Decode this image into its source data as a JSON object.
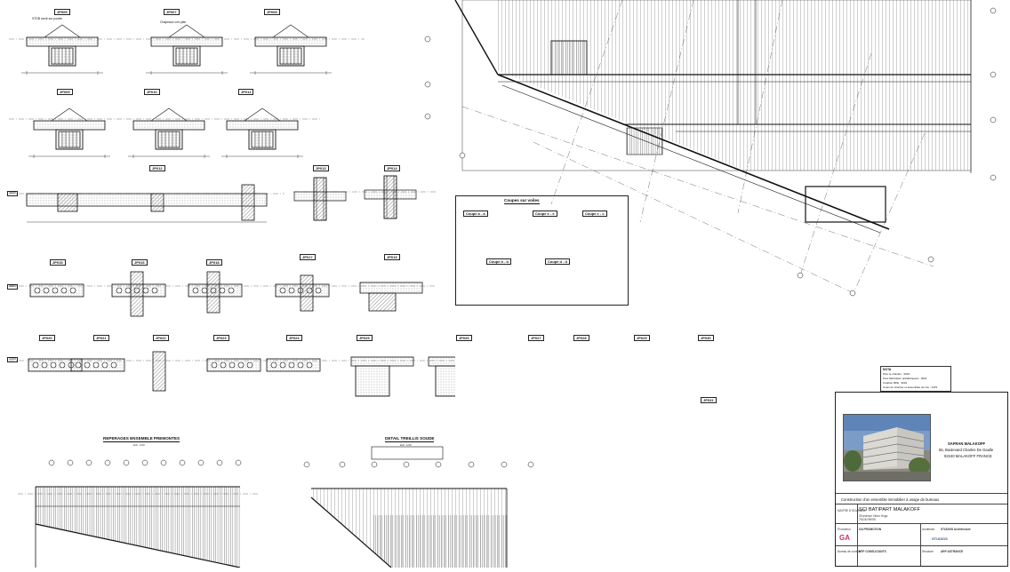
{
  "sheet": {
    "details_row1": [
      "JP005",
      "JP007",
      "JP008"
    ],
    "details_row2": [
      "JP009",
      "JP010",
      "JP011"
    ],
    "details_row3": [
      "JP012",
      "JP013",
      "JP014"
    ],
    "details_row4": [
      "JP015",
      "JP016",
      "JP018",
      "JP017",
      "JP019"
    ],
    "details_row5": [
      "JP020",
      "JP021",
      "JP022",
      "JP023",
      "JP024",
      "JP025",
      "JP026",
      "JP027",
      "JP028",
      "JP029",
      "JP030"
    ],
    "detail_extra": "JP031",
    "scale_note": "Ech. 1/20",
    "top_annotation_1": "STDB carré sur poutre",
    "top_annotation_2": "Chapeaux voir plan",
    "levels": [
      "3000",
      "2500",
      "3300"
    ],
    "coupes_title": "Coupes sur voiles",
    "coupes": [
      "Coupe a - a",
      "Coupe b - b",
      "Coupe c - c",
      "Coupe d - d",
      "Coupe e - e"
    ],
    "reperage_title": "REPERAGES ENSEMBLE PREMONTES",
    "reperage_scale": "Ech. 1/20",
    "detail_treillis_title": "DETAIL TREILLIS SOUDE",
    "detail_treillis_scale": "Ech. 1/20",
    "note_title": "NOTA",
    "note_lines": [
      "Pour le chantier : 2001",
      "Pour fabrication préfabriquées : 3001",
      "Cotation BPE : 3001",
      "Cotes de chantier et assemblée de rive : 4470"
    ]
  },
  "title_block": {
    "client_name": "SAFRAN MALAKOFF",
    "address_line1": "55, Boulevard Charles De Gaulle",
    "address_line2": "92240 MALAKOFF FRANCE",
    "project_description": "Construction d'un ensemble immobilier à usage de bureaux",
    "owner_label": "MAITRE D'OUVRAGE",
    "owner": "SCI BATIPART MALAKOFF",
    "owner_address_1": "26 avenue Victor Hugo",
    "owner_address_2": "75116 PARIS",
    "promoter_label": "Promoteur",
    "promoter": "GA PROMOTION",
    "architect_label": "Architecte",
    "architect": "STUDIOS Architecture",
    "engineer_label": "Bureau de contrôle",
    "engineer": "BTP CONSULTANTS",
    "structure_label": "Structure",
    "structure": "ARP ASTRANCE",
    "logo_ga": "GA",
    "logo_studios": "STUDIOS"
  },
  "colors": {
    "ink": "#111111",
    "paper": "#ffffff",
    "hatch": "#333333",
    "logo_accent": "#c8306b"
  }
}
